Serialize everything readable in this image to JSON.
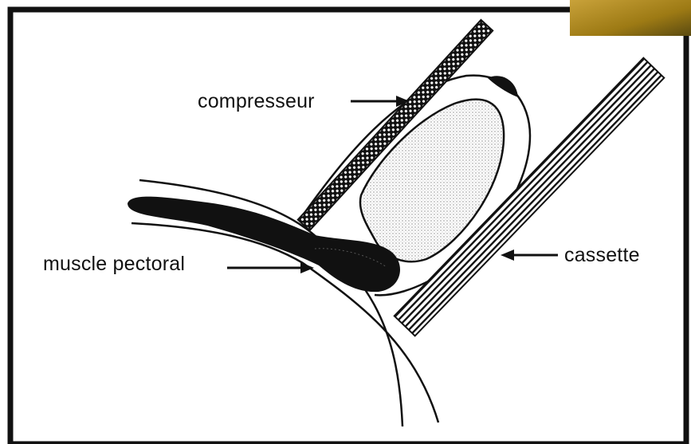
{
  "labels": {
    "compressor": "compresseur",
    "pectoral_muscle": "muscle pectoral",
    "cassette": "cassette"
  },
  "colors": {
    "ink": "#111111",
    "background": "#ffffff",
    "stipple": "#cfcfcf",
    "corner_photo": "#b8901c"
  }
}
